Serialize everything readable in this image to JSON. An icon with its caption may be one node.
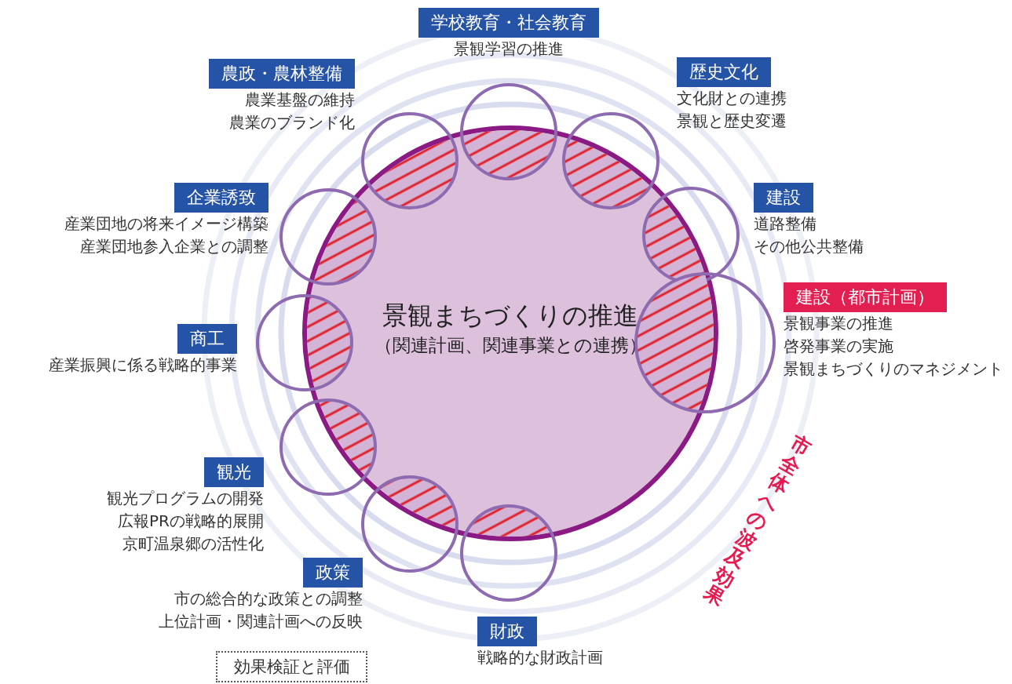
{
  "diagram": {
    "nodes": [
      {
        "text": [
          "景観まちづくりの推進",
          "（関連計画、関連事業との連携）"
        ]
      },
      {
        "text": [
          "学校教育・社会教育"
        ],
        "beside": [
          "景観学習の推進"
        ]
      },
      {
        "text": [
          "農政・農林整備"
        ],
        "beside": [
          "農業基盤の維持",
          "農業のブランド化"
        ]
      },
      {
        "text": [
          "歴史文化"
        ],
        "beside": [
          "文化財との連携",
          "景観と歴史変遷"
        ]
      },
      {
        "text": [
          "企業誘致"
        ],
        "beside": [
          "産業団地の将来イメージ構築",
          "産業団地参入企業との調整"
        ]
      },
      {
        "text": [
          "建設"
        ],
        "beside": [
          "道路整備",
          "その他公共整備"
        ]
      },
      {
        "text": [
          "建設（都市計画）"
        ],
        "beside": [
          "景観事業の推進",
          "啓発事業の実施",
          "景観まちづくりのマネジメント"
        ]
      },
      {
        "text": [
          "商工"
        ],
        "beside": [
          "産業振興に係る戦略的事業"
        ]
      },
      {
        "text": [
          "観光"
        ],
        "beside": [
          "観光プログラムの開発",
          "広報PRの戦略的展開",
          "京町温泉郷の活性化"
        ]
      },
      {
        "text": [
          "政策"
        ],
        "beside": [
          "市の総合的な政策との調整",
          "上位計画・関連計画への反映"
        ]
      },
      {
        "text": [
          "財政"
        ],
        "beside": [
          "戦略的な財政計画"
        ]
      },
      {
        "text": [
          "効果検証と評価"
        ]
      },
      {
        "text": [],
        "shape": "circle"
      },
      {
        "text": [],
        "shape": "circle"
      },
      {
        "text": [],
        "shape": "circle"
      },
      {
        "text": [],
        "shape": "circle"
      },
      {
        "text": [],
        "shape": "circle"
      },
      {
        "text": [],
        "shape": "circle"
      },
      {
        "text": [],
        "shape": "circle"
      },
      {
        "text": [],
        "shape": "circle"
      },
      {
        "text": [],
        "shape": "circle"
      },
      {
        "text": [],
        "shape": "circle"
      }
    ],
    "labels": [
      "市全体への波及効果"
    ]
  }
}
